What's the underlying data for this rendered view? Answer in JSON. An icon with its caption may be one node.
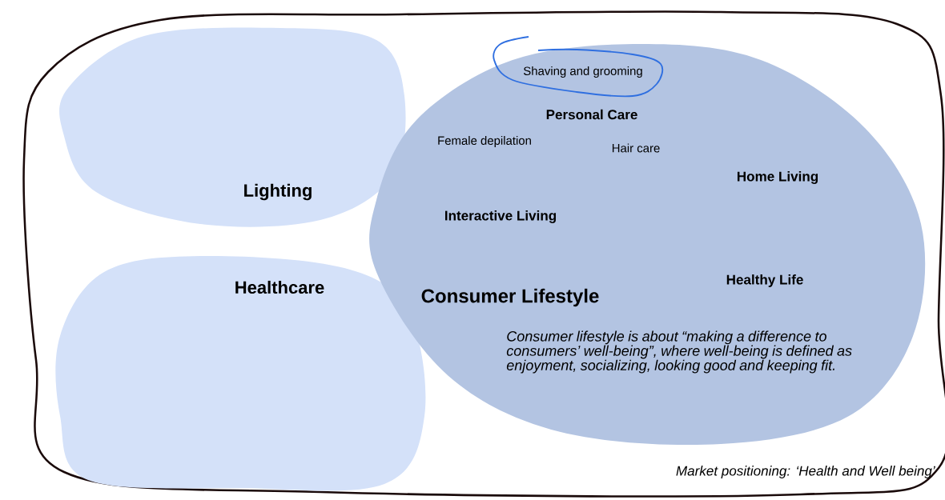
{
  "diagram": {
    "nodes": [
      {
        "text": [
          "Market positioning: ‘Health and Well being’"
        ]
      },
      {
        "text": [
          "Lighting"
        ],
        "in": 0
      },
      {
        "text": [
          "Healthcare"
        ],
        "in": 0
      },
      {
        "text": [
          "Consumer Lifestyle",
          "Consumer lifestyle is about “making a difference to consumers’ well-being”, where well-being is defined as enjoyment, socializing, looking good and keeping fit."
        ],
        "in": 0
      },
      {
        "text": [
          "Shaving and grooming"
        ],
        "in": 3
      }
    ],
    "labels": [
      "Personal Care",
      "Female depilation",
      "Hair care",
      "Home Living",
      "Interactive Living",
      "Healthy Life"
    ]
  }
}
